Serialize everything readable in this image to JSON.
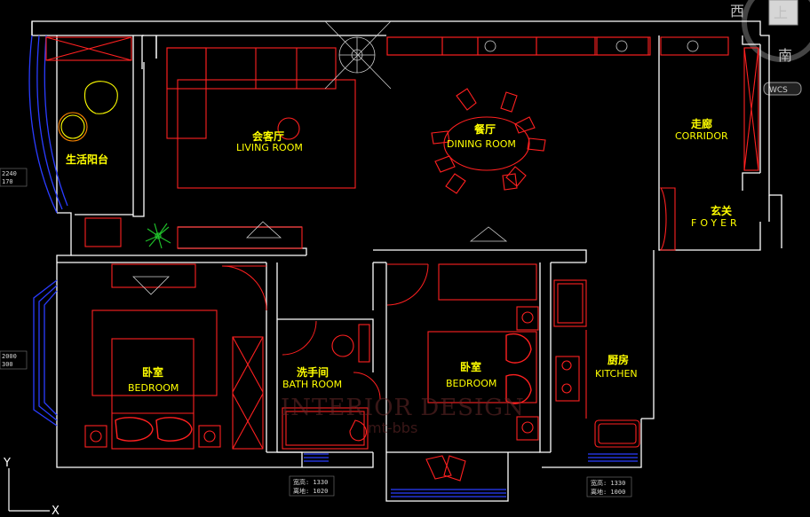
{
  "rooms": {
    "balcony": {
      "cn": "生活阳台"
    },
    "living": {
      "cn": "会客厅",
      "en": "LIVING ROOM"
    },
    "dining": {
      "cn": "餐厅",
      "en": "DINING ROOM"
    },
    "corridor": {
      "cn": "走廊",
      "en": "CORRIDOR"
    },
    "foyer": {
      "cn": "玄关",
      "en": "FOYER"
    },
    "bedroom_left": {
      "cn": "卧室",
      "en": "BEDROOM"
    },
    "bath": {
      "cn": "洗手间",
      "en": "BATH ROOM"
    },
    "bedroom_mid": {
      "cn": "卧室",
      "en": "BEDROOM"
    },
    "kitchen": {
      "cn": "厨房",
      "en": "KITCHEN"
    }
  },
  "dimensions": {
    "left_upper": [
      "2240",
      "170"
    ],
    "left_lower": [
      "2000",
      "300"
    ],
    "bottom_mid": [
      "宽高: 1330",
      "离地: 1020"
    ],
    "bottom_right": [
      "宽高: 1330",
      "离地: 1000"
    ]
  },
  "compass": {
    "west": "西",
    "up": "上",
    "south": "南",
    "wcs": "WCS"
  },
  "axis": {
    "y": "Y",
    "x": "X"
  },
  "watermark": {
    "line1": "INTERIOR DESIGN",
    "line2": "mt-bbs"
  },
  "colors": {
    "wall": "#ffffff",
    "furniture": "#ff2020",
    "label": "#ffff00",
    "window": "#2a3cff",
    "background": "#000000"
  }
}
